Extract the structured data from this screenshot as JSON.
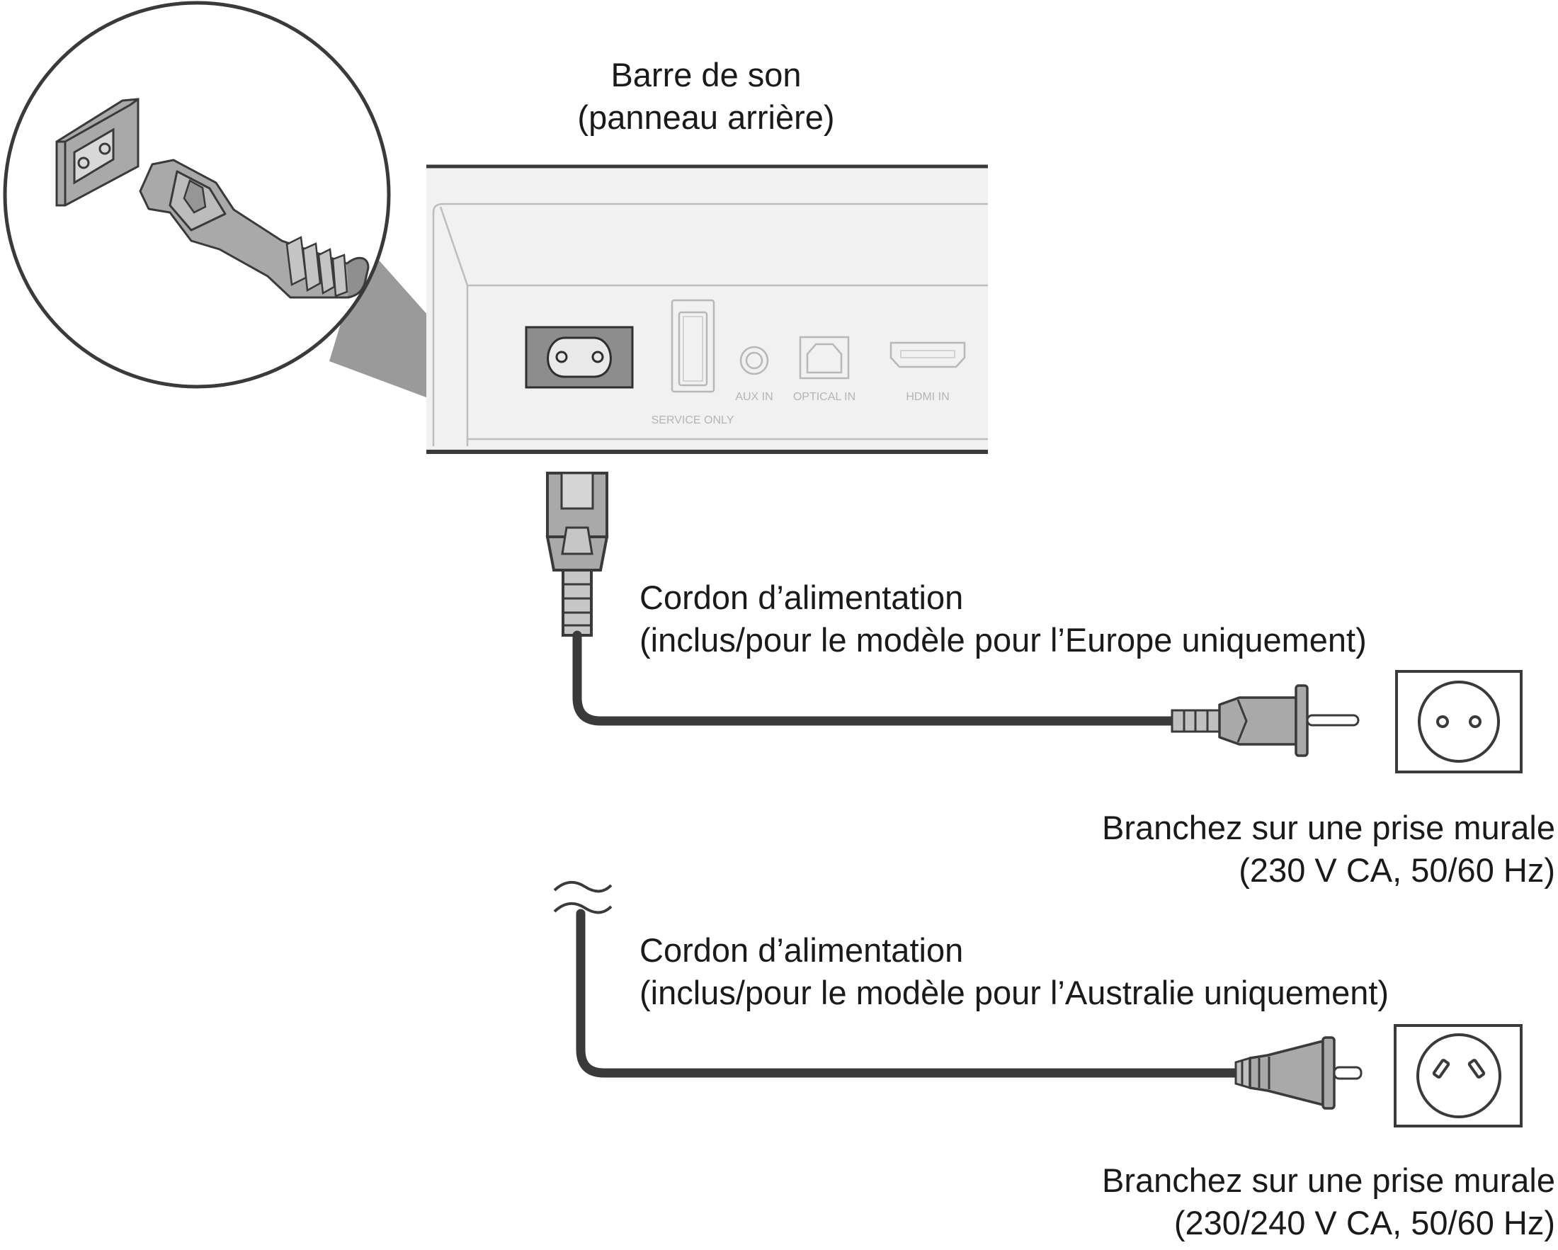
{
  "soundbar": {
    "title_line1": "Barre de son",
    "title_line2": "(panneau arrière)",
    "ports": {
      "service": "SERVICE ONLY",
      "aux": "AUX IN",
      "optical": "OPTICAL IN",
      "hdmi": "HDMI IN"
    }
  },
  "cord_europe": {
    "line1": "Cordon d’alimentation",
    "line2": "(inclus/pour le modèle pour l’Europe uniquement)"
  },
  "outlet_europe": {
    "line1": "Branchez sur une prise murale",
    "line2": "(230 V CA, 50/60 Hz)"
  },
  "cord_australia": {
    "line1": "Cordon d’alimentation",
    "line2": "(inclus/pour le modèle pour l’Australie uniquement)"
  },
  "outlet_australia": {
    "line1": "Branchez sur une prise murale",
    "line2": "(230/240 V CA, 50/60 Hz)"
  },
  "colors": {
    "line": "#3a3a3a",
    "panel": "#f1f1f1",
    "plug": "#a9a9a9",
    "port_label": "#b5b5b5"
  }
}
